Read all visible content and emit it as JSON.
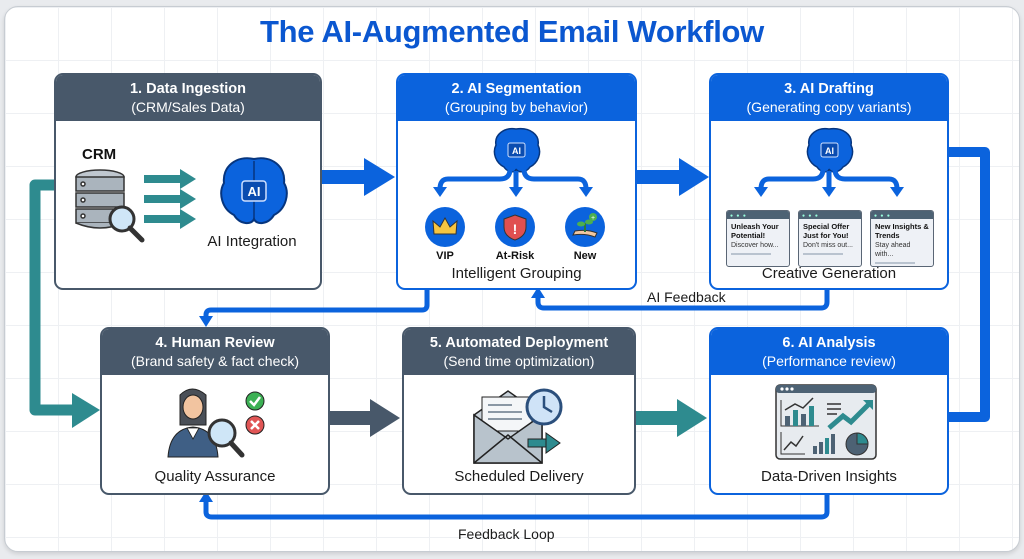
{
  "title": "The AI-Augmented Email Workflow",
  "colors": {
    "blue": "#0b63dd",
    "slate": "#48586a",
    "teal": "#2e8b8f",
    "title": "#0b57d0"
  },
  "steps": [
    {
      "title": "1. Data Ingestion",
      "subtitle": "(CRM/Sales Data)",
      "caption": "AI Integration",
      "source_label": "CRM",
      "icons": [
        "database-icon",
        "magnifier-icon",
        "ai-brain-icon"
      ]
    },
    {
      "title": "2. AI Segmentation",
      "subtitle": "(Grouping by behavior)",
      "caption": "Intelligent Grouping",
      "segments": [
        {
          "label": "VIP",
          "icon": "crown-icon"
        },
        {
          "label": "At-Risk",
          "icon": "warning-shield-icon"
        },
        {
          "label": "New",
          "icon": "sprout-hand-icon"
        }
      ]
    },
    {
      "title": "3. AI Drafting",
      "subtitle": "(Generating copy variants)",
      "caption": "Creative Generation",
      "variants": [
        {
          "headline": "Unleash Your Potential!",
          "body": "Discover how..."
        },
        {
          "headline": "Special Offer Just for You!",
          "body": "Don't miss out..."
        },
        {
          "headline": "New Insights & Trends",
          "body": "Stay ahead with..."
        }
      ]
    },
    {
      "title": "4. Human Review",
      "subtitle": "(Brand safety & fact check)",
      "caption": "Quality Assurance",
      "icons": [
        "reviewer-icon",
        "approve-check-icon",
        "reject-x-icon"
      ]
    },
    {
      "title": "5. Automated Deployment",
      "subtitle": "(Send time optimization)",
      "caption": "Scheduled Delivery",
      "icons": [
        "envelope-icon",
        "clock-icon",
        "send-arrow-icon"
      ]
    },
    {
      "title": "6. AI Analysis",
      "subtitle": "(Performance review)",
      "caption": "Data-Driven Insights",
      "icons": [
        "analytics-dashboard-icon"
      ]
    }
  ],
  "flows": {
    "ai_feedback": "AI Feedback",
    "feedback_loop": "Feedback Loop"
  }
}
